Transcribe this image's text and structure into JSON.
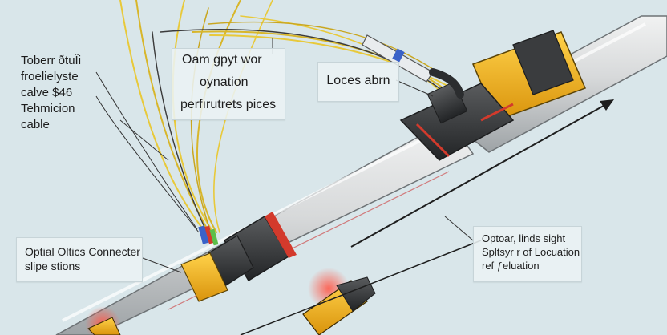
{
  "labels": {
    "left_block": [
      "Toberr ðtuÎi",
      "froelielyste",
      "calve $46",
      "Tehmicion",
      "cable"
    ],
    "top_box": [
      "Oam gpyt wor",
      "oynation",
      "perfırutrets pices"
    ],
    "loc_box": "Loces abrn",
    "connector_box": [
      "Optial Oltics Connecter",
      "slipe stions"
    ],
    "ref_box": [
      "Optoar, linds sight",
      "Spltsyr r of Locuation",
      "ref ƒeluation"
    ]
  },
  "colors": {
    "background": "#d9e6ea",
    "cable_gray": "#cfd2d3",
    "connector_dark": "#3a3c3e",
    "connector_yellow": "#f2b21b",
    "fiber_yellow": "#e8c93a",
    "accent_red": "#d33a2c",
    "accent_blue": "#3a62c8"
  },
  "icons": [
    "arrow-right-icon",
    "fiber-strands-icon",
    "probe-icon",
    "red-glow-icon"
  ]
}
